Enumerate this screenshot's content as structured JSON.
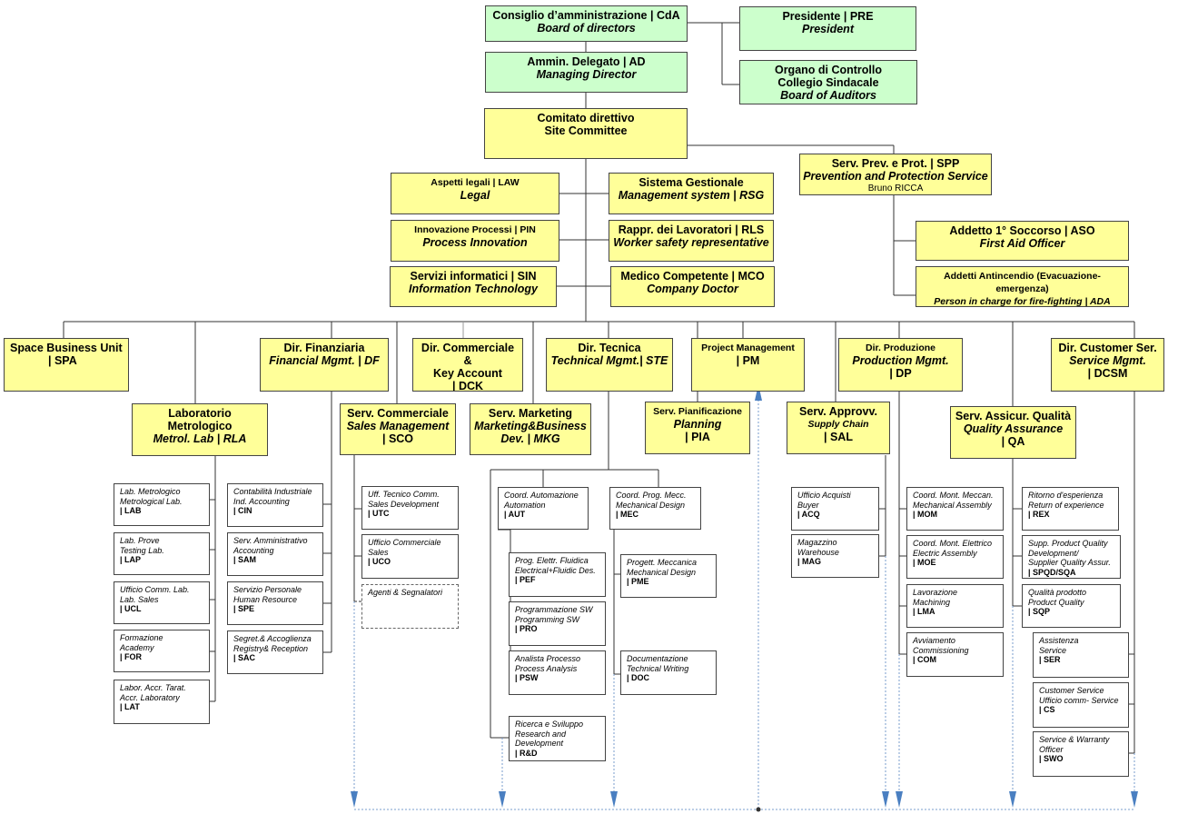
{
  "top": {
    "cda": [
      "Consiglio d’amministrazione | CdA",
      "Board of directors"
    ],
    "pre": [
      "Presidente | PRE",
      "President"
    ],
    "ad": [
      "Ammin. Delegato | AD",
      "Managing Director"
    ],
    "ctrl": [
      "Organo di Controllo",
      "Collegio Sindacale",
      "Board of Auditors"
    ],
    "comitato": [
      "Comitato direttivo",
      "Site Committee"
    ],
    "spp": [
      "Serv. Prev. e Prot. | SPP",
      "Prevention and Protection Service",
      "Bruno RICCA"
    ],
    "law": [
      "Aspetti legali | LAW",
      "Legal"
    ],
    "rsg": [
      "Sistema Gestionale",
      "Management system | RSG"
    ],
    "pin": [
      "Innovazione Processi | PIN",
      "Process Innovation"
    ],
    "rls": [
      "Rappr. dei Lavoratori | RLS",
      "Worker safety representative"
    ],
    "sin": [
      "Servizi informatici | SIN",
      "Information Technology"
    ],
    "mco": [
      "Medico Competente | MCO",
      "Company Doctor"
    ],
    "aso": [
      "Addetto 1° Soccorso | ASO",
      "First Aid Officer"
    ],
    "ada": [
      "Addetti Antincendio (Evacuazione-emergenza)",
      "Person in charge for fire-fighting | ADA"
    ]
  },
  "divisions": {
    "spa": [
      "Space Business Unit",
      "| SPA"
    ],
    "df": [
      "Dir. Finanziaria",
      "Financial Mgmt. | DF"
    ],
    "dck": [
      "Dir. Commerciale &",
      "Key Account",
      "| DCK"
    ],
    "ste": [
      "Dir. Tecnica",
      "Technical Mgmt.| STE"
    ],
    "pm": [
      "Project Management",
      "| PM"
    ],
    "dp": [
      "Dir. Produzione",
      "Production Mgmt.",
      "| DP"
    ],
    "dcsm": [
      "Dir. Customer Ser.",
      "Service Mgmt.",
      "| DCSM"
    ]
  },
  "services": {
    "rla": [
      "Laboratorio Metrologico",
      "Metrol. Lab | RLA"
    ],
    "sco": [
      "Serv. Commerciale",
      "Sales Management",
      "| SCO"
    ],
    "mkg": [
      "Serv. Marketing",
      "Marketing&Business",
      "Dev. | MKG"
    ],
    "pia": [
      "Serv. Pianificazione",
      "Planning",
      "| PIA"
    ],
    "sal": [
      "Serv. Approvv.",
      "Supply Chain",
      "| SAL"
    ],
    "qa": [
      "Serv. Assicur. Qualità",
      "Quality Assurance",
      "| QA"
    ]
  },
  "units": {
    "lab": [
      "Lab. Metrologico",
      "Metrological Lab.",
      "| LAB"
    ],
    "lap": [
      "Lab. Prove",
      "Testing Lab.",
      "| LAP"
    ],
    "ucl": [
      "Ufficio Comm. Lab.",
      "Lab. Sales",
      "| UCL"
    ],
    "for": [
      "Formazione",
      "Academy",
      "| FOR"
    ],
    "lat": [
      "Labor. Accr. Tarat.",
      "Accr. Laboratory",
      "| LAT"
    ],
    "cin": [
      "Contabilità Industriale",
      "Ind. Accounting",
      "| CIN"
    ],
    "sam": [
      "Serv. Amministrativo",
      "Accounting",
      "| SAM"
    ],
    "spe": [
      "Servizio Personale",
      "Human Resource",
      "| SPE"
    ],
    "sac": [
      "Segret.& Accoglienza",
      "Registry& Reception",
      "| SAC"
    ],
    "utc": [
      "Uff. Tecnico Comm.",
      "Sales Development",
      "| UTC"
    ],
    "uco": [
      "Ufficio Commerciale",
      "Sales",
      "| UCO"
    ],
    "agenti": [
      "Agenti & Segnalatori"
    ],
    "aut": [
      "Coord. Automazione",
      "Automation",
      "| AUT"
    ],
    "mec": [
      "Coord. Prog. Mecc.",
      "Mechanical Design",
      "| MEC"
    ],
    "pef": [
      "Prog. Elettr. Fluidica",
      "Electrical+Fluidic Des.",
      "| PEF"
    ],
    "pro": [
      "Programmazione SW",
      "Programming SW",
      "| PRO"
    ],
    "psw": [
      "Analista Processo",
      "Process Analysis",
      "| PSW"
    ],
    "rd": [
      "Ricerca e Sviluppo",
      "Research and",
      "Development",
      "| R&D"
    ],
    "pme": [
      "Progett. Meccanica",
      "Mechanical Design",
      "| PME"
    ],
    "doc": [
      "Documentazione",
      "Technical Writing",
      "| DOC"
    ],
    "acq": [
      "Ufficio Acquisti",
      "Buyer",
      "| ACQ"
    ],
    "mag": [
      "Magazzino",
      "Warehouse",
      "| MAG"
    ],
    "mom": [
      "Coord. Mont. Meccan.",
      "Mechanical Assembly",
      "| MOM"
    ],
    "moe": [
      "Coord. Mont. Elettrico",
      "Electric Assembly",
      "| MOE"
    ],
    "lma": [
      "Lavorazione",
      "Machining",
      "| LMA"
    ],
    "com": [
      "Avviamento",
      "Commissioning",
      "| COM"
    ],
    "rex": [
      "Ritorno d'esperienza",
      "Return of experience",
      "| REX"
    ],
    "spqd": [
      "Supp. Product Quality",
      "Development/",
      "Supplier Quality Assur.",
      "| SPQD/SQA"
    ],
    "sqp": [
      "Qualità prodotto",
      "Product Quality",
      "| SQP"
    ],
    "ser": [
      "Assistenza",
      "Service",
      "| SER"
    ],
    "cs": [
      "Customer Service",
      "Ufficio comm- Service",
      "| CS"
    ],
    "swo": [
      "Service & Warranty",
      "Officer",
      "| SWO"
    ]
  },
  "colors": {
    "green": "#ccffcc",
    "yellow": "#ffff99",
    "arrow": "#4a7fc1"
  }
}
